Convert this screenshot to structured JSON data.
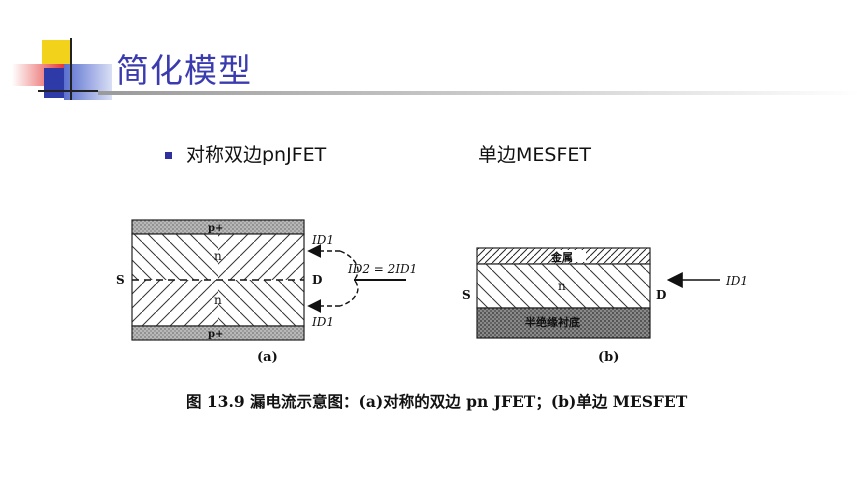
{
  "slide": {
    "title": "简化模型",
    "left_heading": "对称双边pnJFET",
    "right_heading": "单边MESFET"
  },
  "figure": {
    "a": {
      "top_layer": "p+",
      "bottom_layer": "p+",
      "upper_channel": "n",
      "lower_channel": "n",
      "source": "S",
      "drain": "D",
      "current_top": "ID1",
      "current_bottom": "ID1",
      "current_total": "ID2 = 2ID1",
      "sub_label": "(a)"
    },
    "b": {
      "metal": "金属",
      "channel": "n",
      "substrate": "半绝缘衬底",
      "source": "S",
      "drain": "D",
      "current": "ID1",
      "sub_label": "(b)"
    },
    "caption": "图 13.9   漏电流示意图：(a)对称的双边 pn JFET；(b)单边 MESFET"
  }
}
